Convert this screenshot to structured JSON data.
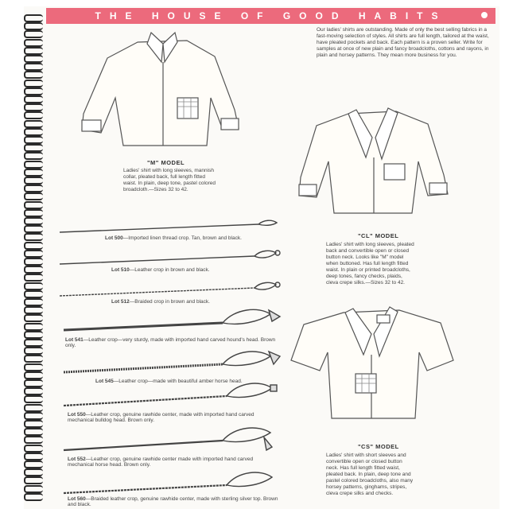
{
  "banner": {
    "title": "THE HOUSE OF GOOD HABITS"
  },
  "intro": "Our ladies' shirts are outstanding. Made of only the best selling fabrics in a fast-moving selection of styles. All shirts are full length, tailored at the waist, have pleated pockets and back. Each pattern is a proven seller. Write for samples at once of new plain and fancy broadcloths, cottons and rayons, in plain and horsey patterns. They mean more business for you.",
  "models": {
    "m": {
      "title": "\"M\" MODEL",
      "desc": "Ladies' shirt with long sleeves, mannish collar, pleated back, full length fitted waist. In plain, deep tone, pastel colored broadcloth.—Sizes 32 to 42."
    },
    "cl": {
      "title": "\"CL\" MODEL",
      "desc": "Ladies' shirt with long sleeves, pleated back and convertible open or closed button neck. Looks like \"M\" model when buttoned. Has full length fitted waist. In plain or printed broadcloths, deep tones, fancy checks, plaids, cleva crepe silks.—Sizes 32 to 42."
    },
    "cs": {
      "title": "\"CS\" MODEL",
      "desc": "Ladies' shirt with short sleeves and convertible open or closed button neck. Has full length fitted waist, pleated back. In plain, deep tone and pastel colored broadcloths, also many horsey patterns, ginghams, stripes, cleva crepe silks and checks."
    }
  },
  "lots": [
    {
      "num": "Lot 500",
      "desc": "—Imported linen thread crop. Tan, brown and black."
    },
    {
      "num": "Lot 510",
      "desc": "—Leather crop in brown and black."
    },
    {
      "num": "Lot 512",
      "desc": "—Braided crop in brown and black."
    },
    {
      "num": "Lot 541",
      "desc": "—Leather crop—very sturdy, made with imported hand carved hound's head. Brown only."
    },
    {
      "num": "Lot 545",
      "desc": "—Leather crop—made with beautiful amber horse head."
    },
    {
      "num": "Lot 550",
      "desc": "—Leather crop, genuine rawhide center, made with imported hand carved mechanical bulldog head. Brown only."
    },
    {
      "num": "Lot 552",
      "desc": "—Leather crop, genuine rawhide center made with imported hand carved mechanical horse head. Brown only."
    },
    {
      "num": "Lot 560",
      "desc": "—Braided leather crop, genuine rawhide center, made with sterling silver top. Brown and black."
    }
  ]
}
